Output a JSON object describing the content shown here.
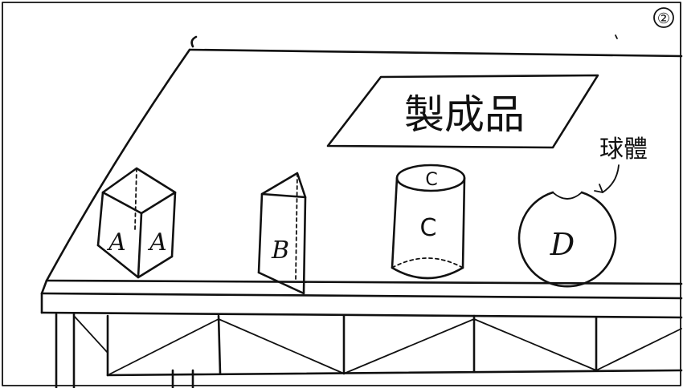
{
  "page_number": "②",
  "sign_text": "製成品",
  "sphere_note": "球體",
  "objects": [
    {
      "kind": "square-prism",
      "labels": [
        "A",
        "A"
      ]
    },
    {
      "kind": "triangular-prism",
      "labels": [
        "B"
      ]
    },
    {
      "kind": "cylinder",
      "labels": [
        "C",
        "C"
      ]
    },
    {
      "kind": "sphere",
      "labels": [
        "D"
      ]
    }
  ]
}
